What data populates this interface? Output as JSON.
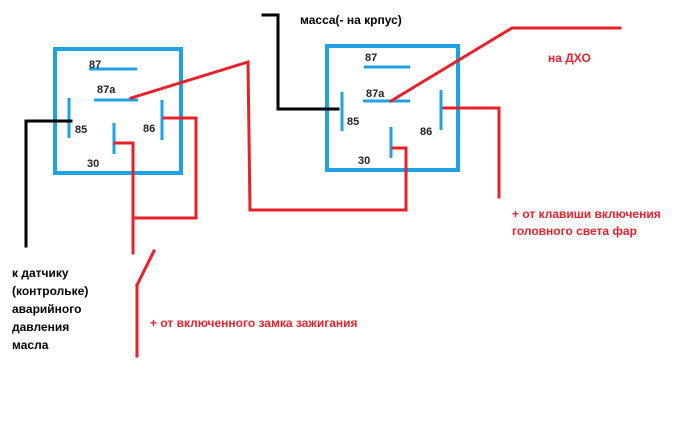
{
  "relay1": {
    "pin_87": "87",
    "pin_87a": "87a",
    "pin_85": "85",
    "pin_86": "86",
    "pin_30": "30"
  },
  "relay2": {
    "pin_87": "87",
    "pin_87a": "87a",
    "pin_85": "85",
    "pin_86": "86",
    "pin_30": "30"
  },
  "labels": {
    "ground": "масса(- на крпус)",
    "drl": "на ДХО",
    "headlight_switch": [
      "+ от клавиши включения",
      "головного света фар"
    ],
    "oil_sensor": [
      "к датчику",
      "(контрольке)",
      "аварийного",
      "давления",
      "масла"
    ],
    "ignition": "+ от включенного замка зажигания"
  },
  "colors": {
    "relay_outline": "#1ea2e4",
    "positive_wire": "#e8202a",
    "ground_wire": "#000000"
  }
}
